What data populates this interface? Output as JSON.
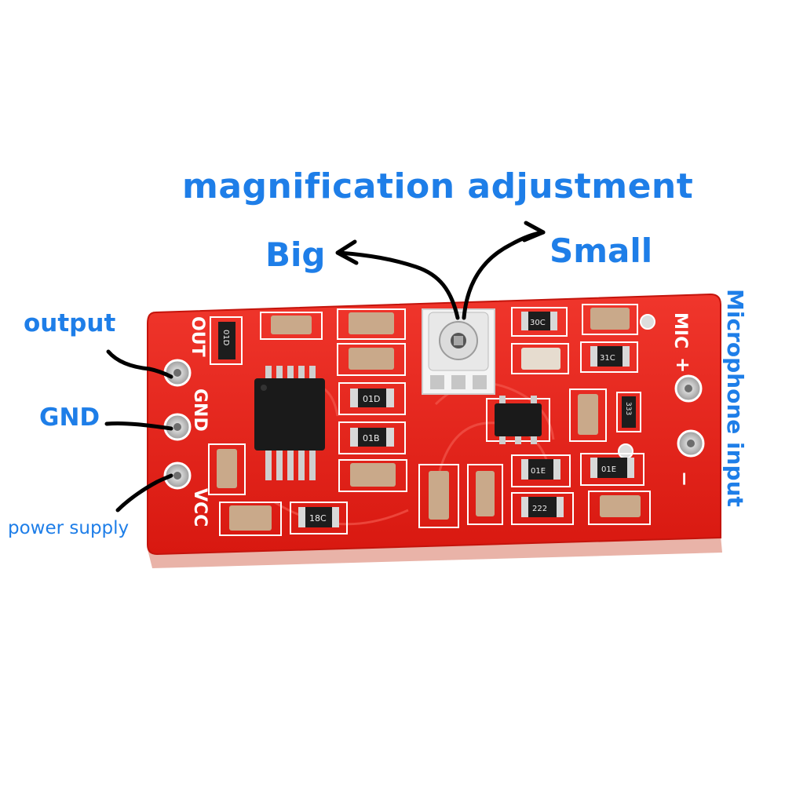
{
  "annotations": {
    "title": "magnification adjustment",
    "big": "Big",
    "small": "Small",
    "output": "output",
    "gnd": "GND",
    "power_supply": "power supply",
    "mic_input": "Microphone input"
  },
  "board": {
    "pin_labels": [
      "OUT",
      "GND",
      "VCC"
    ],
    "mic_label": "MIC",
    "mic_plus": "+",
    "mic_minus": "−",
    "component_codes": [
      "01D",
      "30C",
      "31C",
      "01D",
      "01B",
      "01E",
      "01E",
      "222",
      "18C",
      "333"
    ],
    "colors": {
      "pcb": "#e8231b",
      "silkscreen": "#ffffff",
      "label_blue": "#1e7ee8",
      "ink": "#000000"
    }
  }
}
